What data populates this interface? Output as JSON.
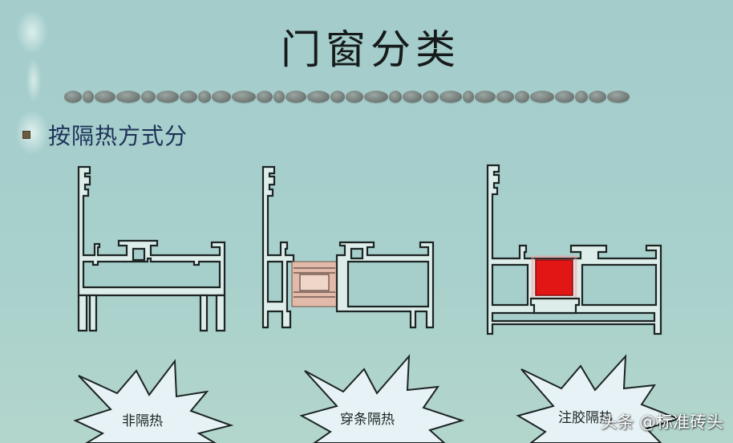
{
  "slide": {
    "title": "门窗分类",
    "bullet_text": "按隔热方式分",
    "background_color": "#a6cfcb",
    "title_color": "#161a1a",
    "subtitle_color": "#1d3158"
  },
  "profiles": [
    {
      "id": "non-insulated",
      "label": "非隔热",
      "insulator": "none"
    },
    {
      "id": "strip-insulated",
      "label": "穿条隔热",
      "insulator": "polyamide strip",
      "insulator_color": "#e8b5a4"
    },
    {
      "id": "pour-insulated",
      "label": "注胶隔热",
      "insulator": "poured resin",
      "insulator_color": "#e01a1a"
    }
  ],
  "watermark": "头条 @标准砖头"
}
